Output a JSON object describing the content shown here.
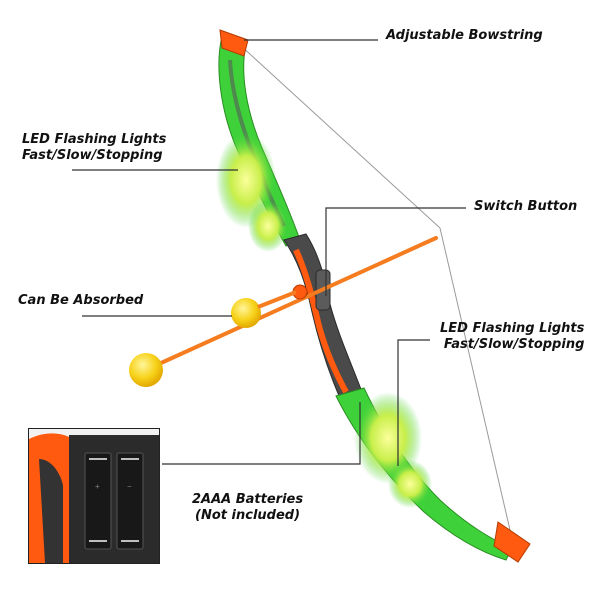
{
  "labels": {
    "bowstring": "Adjustable Bowstring",
    "led_left_line1": "LED Flashing Lights",
    "led_left_line2": "Fast/Slow/Stopping",
    "switch": "Switch Button",
    "absorbed": "Can Be Absorbed",
    "led_right_line1": "LED Flashing Lights",
    "led_right_line2": "Fast/Slow/Stopping",
    "batteries_line1": "2AAA Batteries",
    "batteries_line2": "(Not included)"
  },
  "colors": {
    "bow_green": "#3ed13a",
    "bow_glow": "#d8f060",
    "bow_orange": "#ff5a10",
    "grip_gray": "#4a4a4a",
    "ball_yellow": "#f7d21a",
    "arrow_orange": "#f57c1f"
  }
}
